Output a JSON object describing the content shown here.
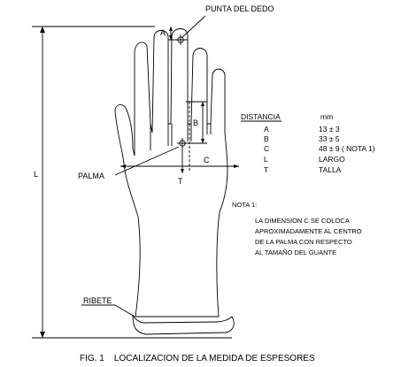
{
  "labels": {
    "punta": "PUNTA DEL DEDO",
    "palma": "PALMA",
    "ribete": "RIBETE",
    "dim_a": "A",
    "dim_b": "B",
    "dim_c": "C",
    "dim_l": "L",
    "dim_t": "T"
  },
  "table": {
    "header_dist": "DISTANCIA",
    "header_mm": "mm",
    "rows": [
      {
        "key": "A",
        "val": "13 ± 3"
      },
      {
        "key": "B",
        "val": "33 ± 5"
      },
      {
        "key": "C",
        "val": "48 ± 9 ( NOTA 1)"
      },
      {
        "key": "L",
        "val": "LARGO"
      },
      {
        "key": "T",
        "val": "TALLA"
      }
    ]
  },
  "note": {
    "title": "NOTA 1:",
    "lines": [
      "LA DIMENSION C SE COLOCA",
      "APROXIMADAMENTE AL CENTRO",
      "DE LA PALMA CON RESPECTO",
      "AL TAMAÑO DEL GUANTE"
    ]
  },
  "caption": "FIG. 1    LOCALIZACION DE LA MEDIDA DE ESPESORES"
}
